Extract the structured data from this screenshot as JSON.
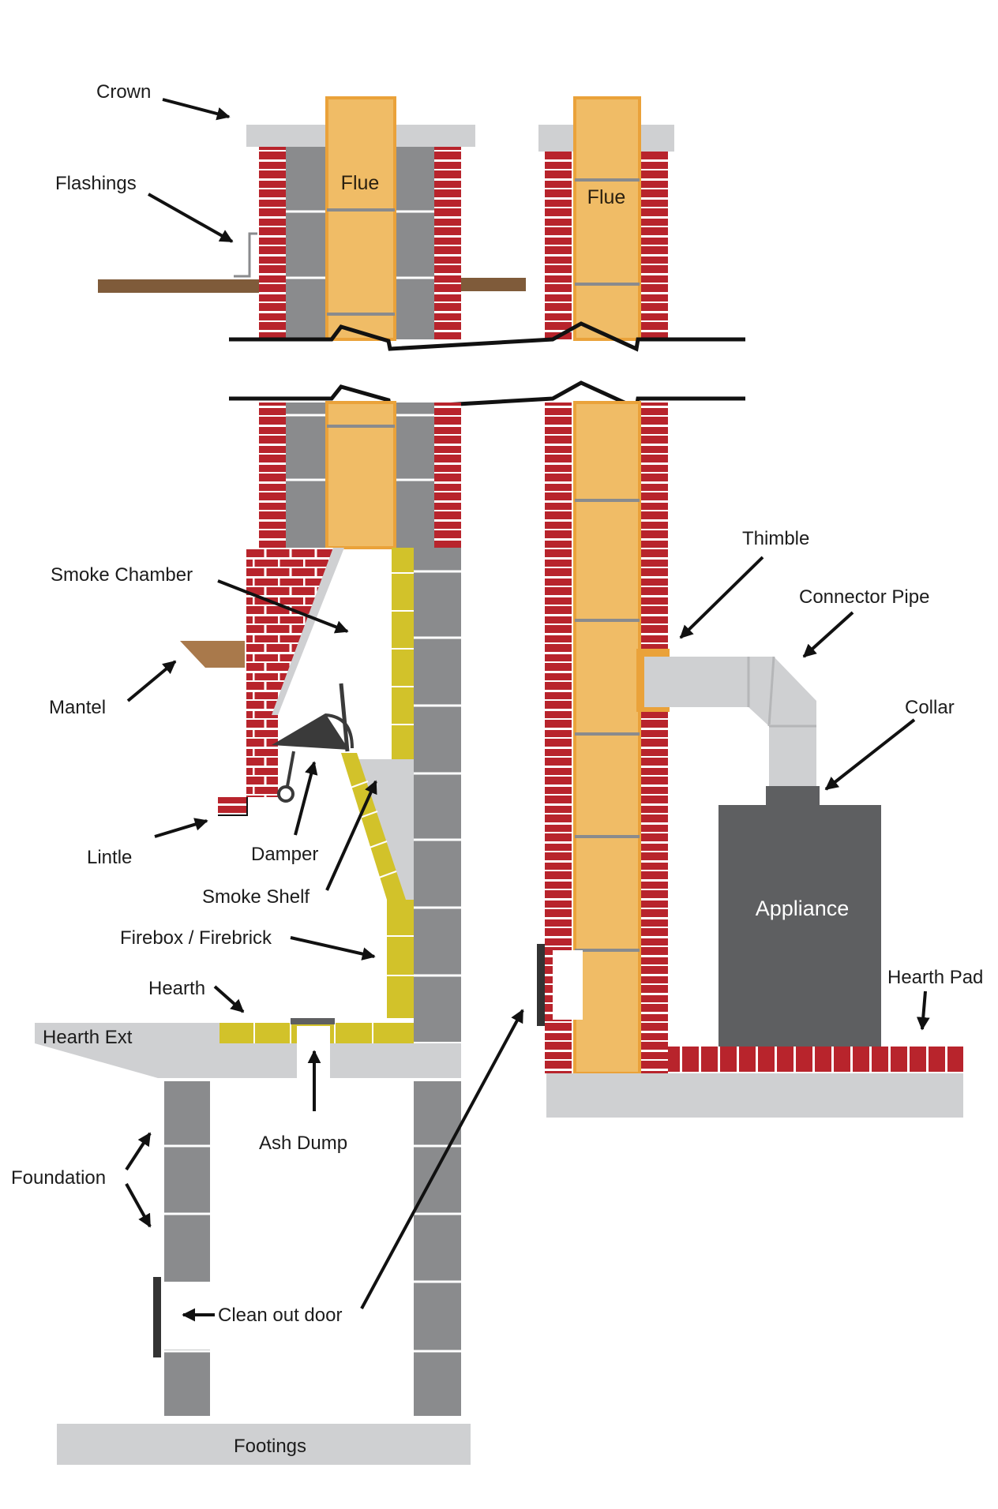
{
  "labels": {
    "crown": "Crown",
    "flashings": "Flashings",
    "flue_left": "Flue",
    "flue_right": "Flue",
    "smoke_chamber": "Smoke Chamber",
    "mantel": "Mantel",
    "lintle": "Lintle",
    "damper": "Damper",
    "smoke_shelf": "Smoke Shelf",
    "firebox": "Firebox / Firebrick",
    "hearth": "Hearth",
    "hearth_ext": "Hearth Ext",
    "ash_dump": "Ash Dump",
    "foundation": "Foundation",
    "clean_out_door": "Clean out door",
    "footings": "Footings",
    "thimble": "Thimble",
    "connector_pipe": "Connector Pipe",
    "collar": "Collar",
    "appliance": "Appliance",
    "hearth_pad": "Hearth Pad"
  },
  "colors": {
    "brick": "#b8242c",
    "mortar": "#ffffff",
    "block": "#8a8b8d",
    "flue": "#f0bc66",
    "flue_edge": "#eaa23a",
    "firebrick": "#d2c22a",
    "crown": "#cfd0d2",
    "appliance": "#5e5f61",
    "pipe": "#cfd0d2",
    "wood": "#7f5b3a",
    "mantel": "#a9794b",
    "line": "#111111"
  }
}
